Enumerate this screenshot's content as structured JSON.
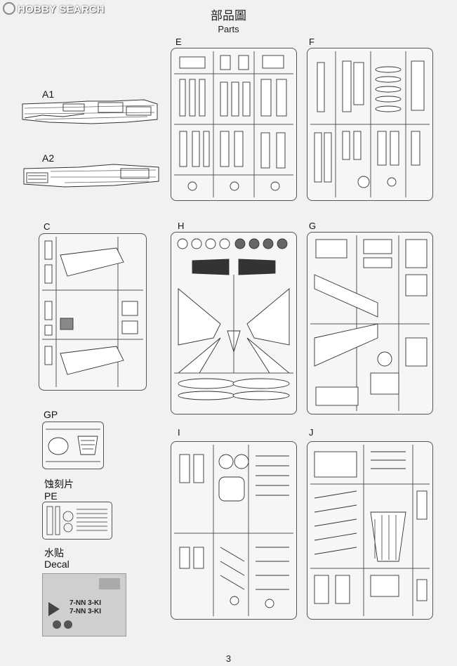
{
  "watermark": {
    "text": "HOBBY SEARCH"
  },
  "header": {
    "title_cn": "部品圖",
    "title_en": "Parts"
  },
  "sprues": {
    "A1": "A1",
    "A2": "A2",
    "C": "C",
    "E": "E",
    "F": "F",
    "H": "H",
    "G": "G",
    "GP": "GP",
    "I": "I",
    "J": "J"
  },
  "pe": {
    "label_cn": "蚀刻片",
    "label_en": "PE"
  },
  "decal": {
    "label_cn": "水贴",
    "label_en": "Decal",
    "text_line1": "7-NN 3-KI",
    "text_line2": "7-NN 3-KI"
  },
  "footer": {
    "page_number": "3"
  }
}
